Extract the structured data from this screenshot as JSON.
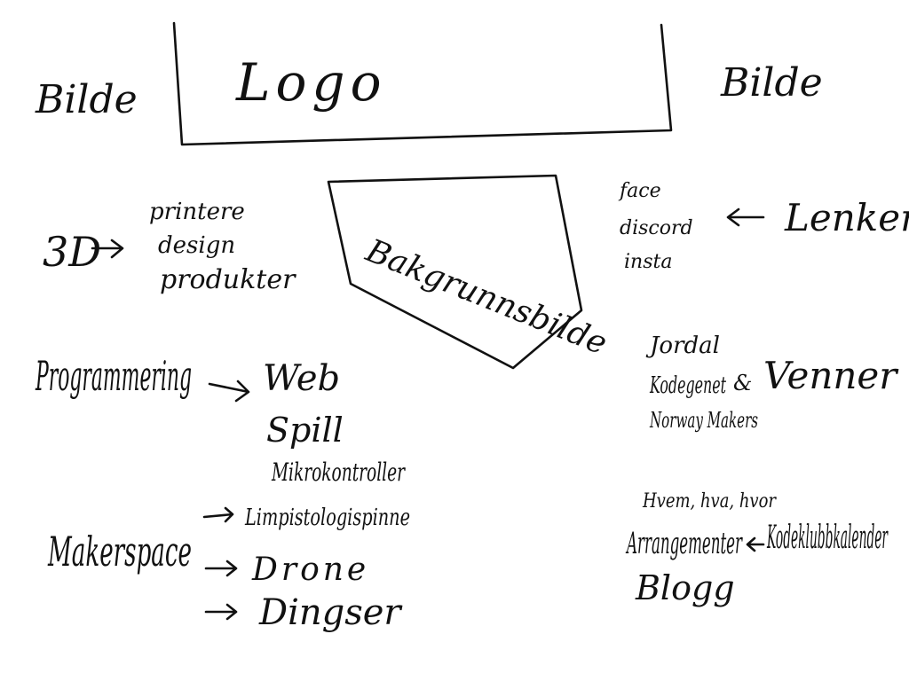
{
  "header": {
    "left_image": "Bilde",
    "logo": "Logo",
    "right_image": "Bilde"
  },
  "background_image": "Bakgrunnsbilde",
  "printing": {
    "label": "3D",
    "items": [
      "printere",
      "design",
      "produkter"
    ]
  },
  "links": {
    "label": "Lenker",
    "items": [
      "face",
      "discord",
      "insta"
    ]
  },
  "programming": {
    "label": "Programmering",
    "items": [
      "Web",
      "Spill",
      "Mikrokontroller"
    ]
  },
  "friends": {
    "label": "Venner",
    "items": [
      "Jordal",
      "Kodegenet",
      "Norway Makers"
    ]
  },
  "makerspace": {
    "label": "Makerspace",
    "items": [
      "Limpistologispinne",
      "Drone",
      "Dingser"
    ]
  },
  "news": {
    "heading": "Hvem, hva, hvor",
    "arrangements": "Arrangementer",
    "calendar": "Kodeklubbkalender",
    "blog": "Blogg"
  }
}
